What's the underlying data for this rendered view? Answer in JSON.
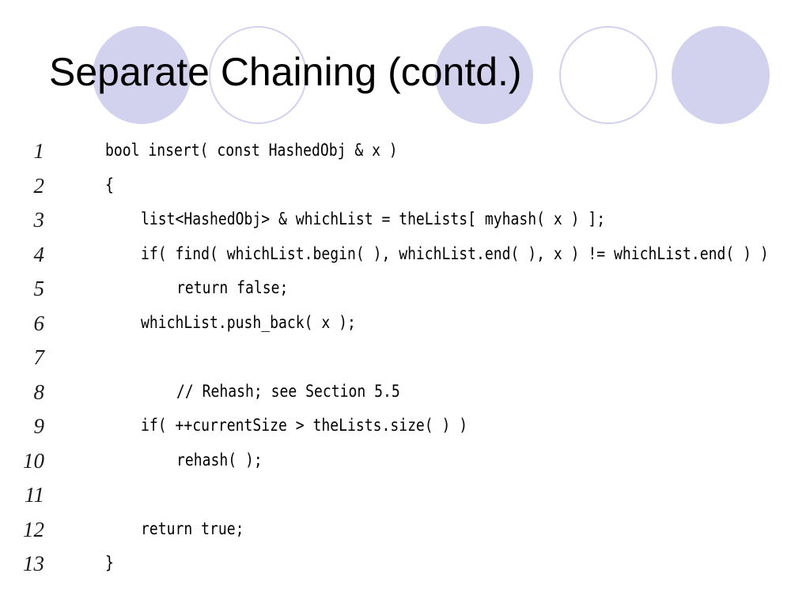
{
  "slide": {
    "title": "Separate Chaining (contd.)",
    "decoration_colors": {
      "circle_fill": "#d2d2ee",
      "circle_stroke": "#d2d2ee"
    },
    "decoration_circles": [
      "filled",
      "outline",
      "filled",
      "outline",
      "filled"
    ]
  },
  "code": {
    "lines": [
      {
        "number": "1",
        "indent": 0,
        "text": "bool insert( const HashedObj & x )"
      },
      {
        "number": "2",
        "indent": 0,
        "text": "{"
      },
      {
        "number": "3",
        "indent": 1,
        "text": "list<HashedObj> & whichList = theLists[ myhash( x ) ];"
      },
      {
        "number": "4",
        "indent": 1,
        "text": "if( find( whichList.begin( ), whichList.end( ), x ) != whichList.end( ) )"
      },
      {
        "number": "5",
        "indent": 2,
        "text": "return false;"
      },
      {
        "number": "6",
        "indent": 1,
        "text": "whichList.push_back( x );"
      },
      {
        "number": "7",
        "indent": 1,
        "text": ""
      },
      {
        "number": "8",
        "indent": 2,
        "text": "// Rehash; see Section 5.5"
      },
      {
        "number": "9",
        "indent": 1,
        "text": "if( ++currentSize > theLists.size( ) )"
      },
      {
        "number": "10",
        "indent": 2,
        "text": "rehash( );"
      },
      {
        "number": "11",
        "indent": 1,
        "text": ""
      },
      {
        "number": "12",
        "indent": 1,
        "text": "return true;"
      },
      {
        "number": "13",
        "indent": 0,
        "text": "}"
      }
    ]
  }
}
